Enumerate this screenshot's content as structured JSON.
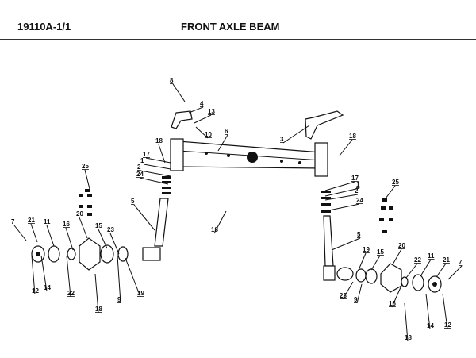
{
  "header": {
    "code": "19110A-1/1",
    "title": "FRONT AXLE BEAM"
  },
  "callouts": [
    "8",
    "4",
    "13",
    "10",
    "6",
    "3",
    "18",
    "18",
    "17",
    "1",
    "2",
    "24",
    "25",
    "5",
    "18",
    "7",
    "21",
    "11",
    "16",
    "20",
    "15",
    "23",
    "9",
    "19",
    "22",
    "14",
    "12",
    "18",
    "17",
    "1",
    "2",
    "24",
    "25",
    "5",
    "19",
    "15",
    "20",
    "22",
    "11",
    "21",
    "7",
    "23",
    "9",
    "16",
    "14",
    "12",
    "18"
  ]
}
